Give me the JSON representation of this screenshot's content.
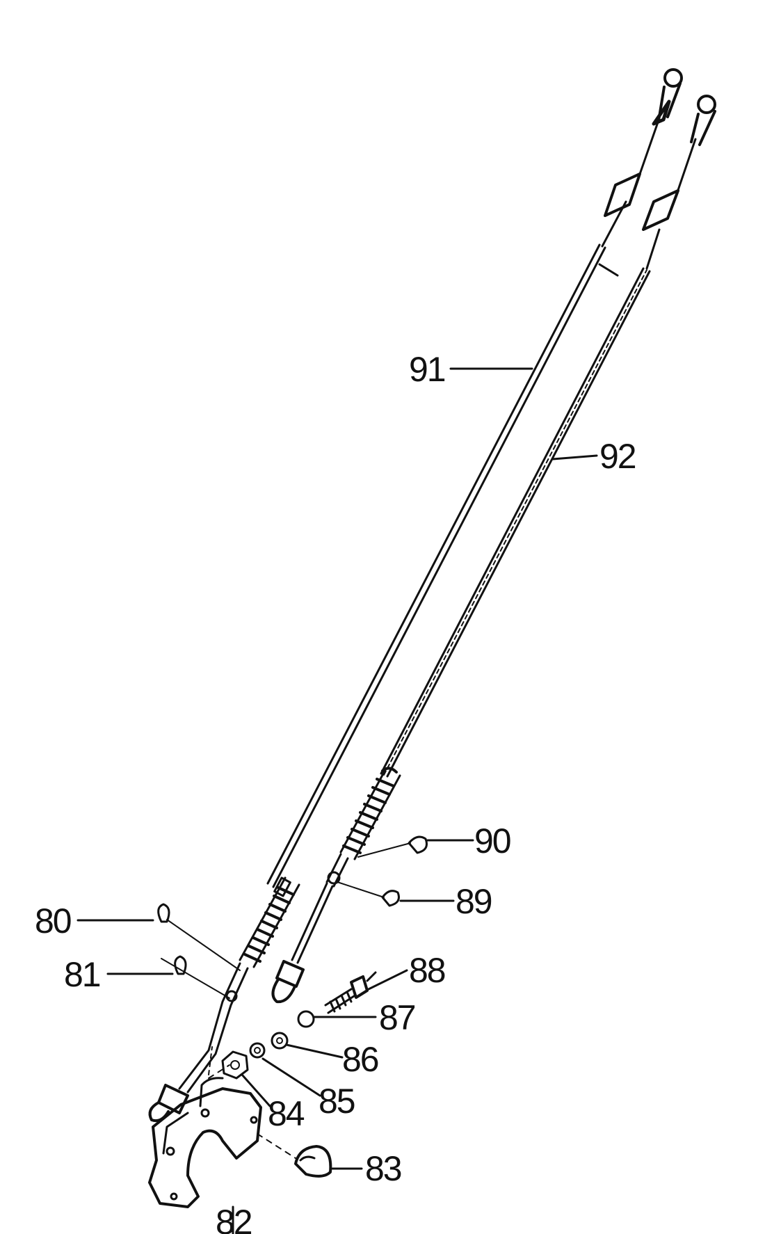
{
  "diagram": {
    "callouts": [
      {
        "id": "80",
        "label": "80"
      },
      {
        "id": "81",
        "label": "81"
      },
      {
        "id": "82",
        "label": "82"
      },
      {
        "id": "83",
        "label": "83"
      },
      {
        "id": "84",
        "label": "84"
      },
      {
        "id": "85",
        "label": "85"
      },
      {
        "id": "86",
        "label": "86"
      },
      {
        "id": "87",
        "label": "87"
      },
      {
        "id": "88",
        "label": "88"
      },
      {
        "id": "89",
        "label": "89"
      },
      {
        "id": "90",
        "label": "90"
      },
      {
        "id": "91",
        "label": "91"
      },
      {
        "id": "92",
        "label": "92"
      }
    ],
    "colors": {
      "ink": "#111111",
      "background": "#ffffff"
    }
  }
}
